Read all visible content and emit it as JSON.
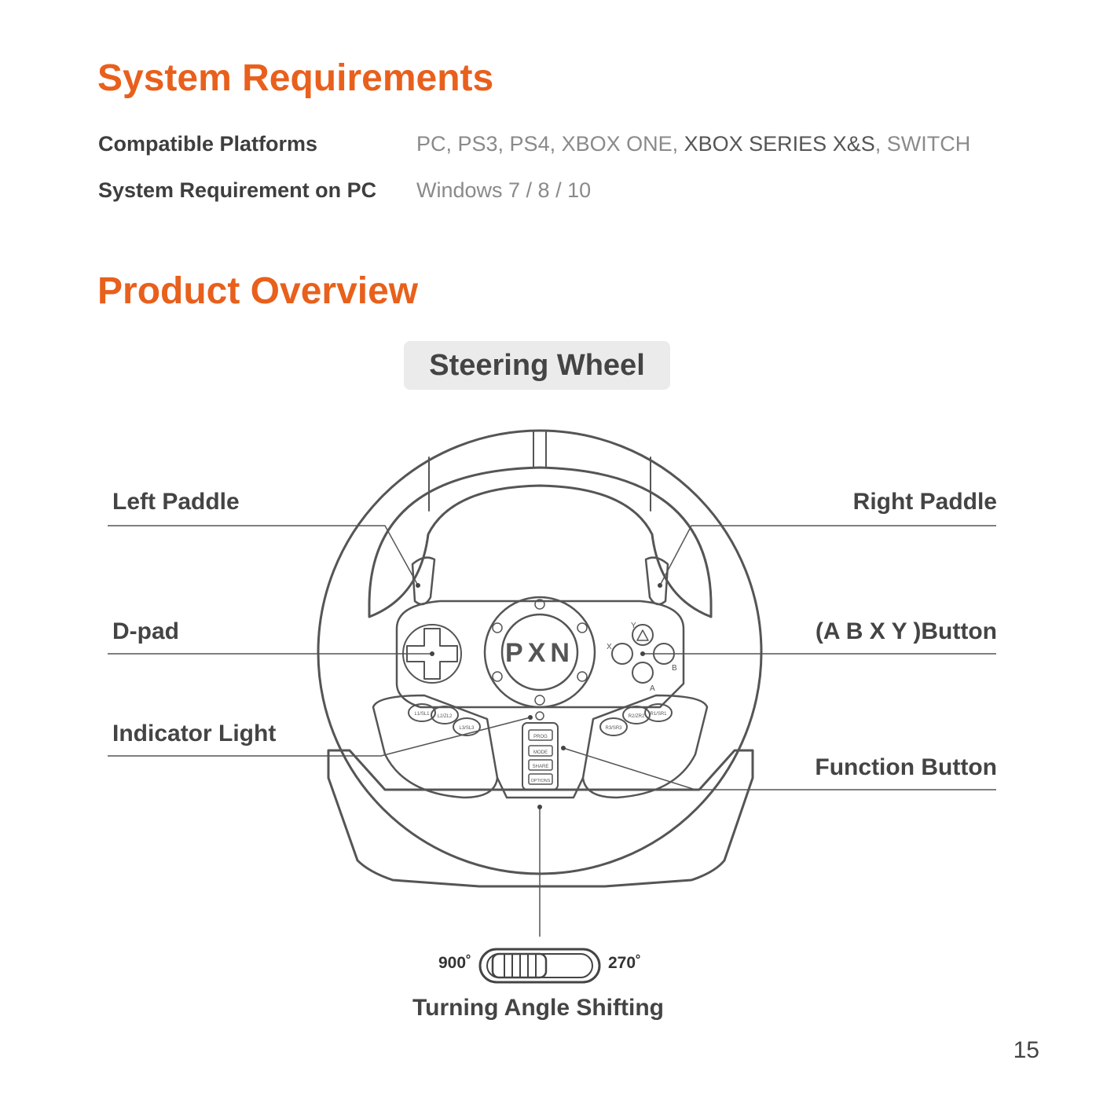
{
  "system_requirements": {
    "title": "System Requirements",
    "rows": [
      {
        "label": "Compatible Platforms",
        "value_a": "PC, PS3, PS4, XBOX ONE, ",
        "value_b": "XBOX SERIES X&S",
        "value_c": ", SWITCH"
      },
      {
        "label": "System Requirement on PC",
        "value_a": "Windows 7 / 8 / 10"
      }
    ]
  },
  "product_overview": {
    "title": "Product Overview",
    "badge": "Steering Wheel",
    "callouts": {
      "left_paddle": "Left Paddle",
      "right_paddle": "Right Paddle",
      "dpad": "D-pad",
      "abxy": "(A B X Y )Button",
      "indicator": "Indicator Light",
      "function": "Function Button"
    },
    "wheel_labels": {
      "logo": "PXN",
      "y": "Y",
      "x": "X",
      "b": "B",
      "a": "A",
      "left_buttons": [
        "L1/SL1",
        "L2/ZL2",
        "L3/SL3"
      ],
      "right_buttons": [
        "R3/SR3",
        "R2/ZR2",
        "R1/SR1"
      ],
      "function_buttons": [
        "PROG",
        "MODE",
        "SHARE",
        "OPTIONS"
      ]
    },
    "angle": {
      "min": "900˚",
      "max": "270˚",
      "caption": "Turning Angle Shifting"
    }
  },
  "page_number": "15"
}
